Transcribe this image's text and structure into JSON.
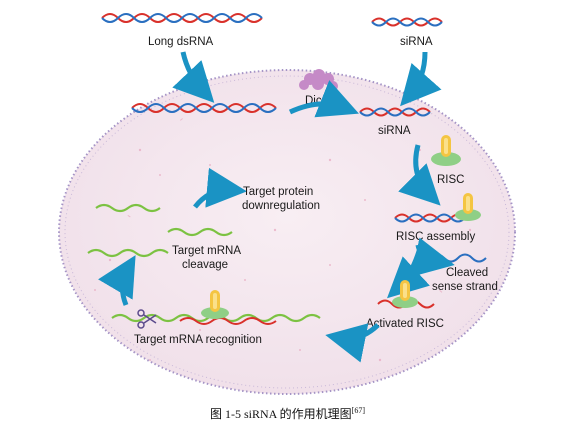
{
  "diagram": {
    "labels": {
      "long_dsrna": "Long dsRNA",
      "sirna_top": "siRNA",
      "dicer": "Dicer",
      "sirna_mid": "siRNA",
      "risc": "RISC",
      "risc_assembly": "RISC assembly",
      "cleaved_sense_line1": "Cleaved",
      "cleaved_sense_line2": "sense strand",
      "activated_risc": "Activated RISC",
      "target_recognition": "Target mRNA recognition",
      "target_cleavage_line1": "Target mRNA",
      "target_cleavage_line2": "cleavage",
      "downregulation_line1": "Target protein",
      "downregulation_line2": "downregulation"
    },
    "colors": {
      "strand_red": "#d9312b",
      "strand_blue": "#2a6fc0",
      "mrna_green": "#7cc242",
      "arrow": "#1a93c4",
      "cell_fill": "#f4e6ee",
      "cell_border": "#9b86b8",
      "risc_yellow": "#f4c542",
      "risc_green": "#8fcf86",
      "dicer_purple": "#c58ac7"
    }
  },
  "caption": {
    "text": "图 1-5    siRNA 的作用机理图",
    "ref": "[67]"
  }
}
